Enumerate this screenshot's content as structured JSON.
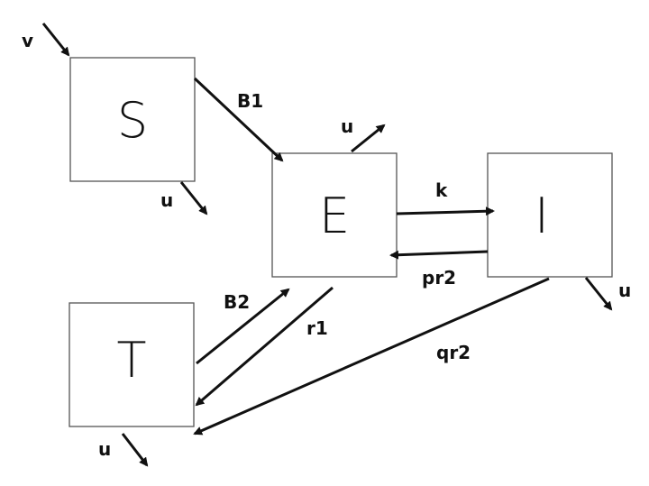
{
  "nodes": {
    "S": "S",
    "E": "E",
    "I": "I",
    "T": "T"
  },
  "edges": {
    "inflow": "v",
    "s_to_e": "B1",
    "e_to_i": "k",
    "i_to_e": "pr2",
    "t_to_e": "B2",
    "e_to_t": "r1",
    "i_to_t": "qr2",
    "s_out": "u",
    "e_out": "u",
    "i_out": "u",
    "t_out": "u"
  }
}
